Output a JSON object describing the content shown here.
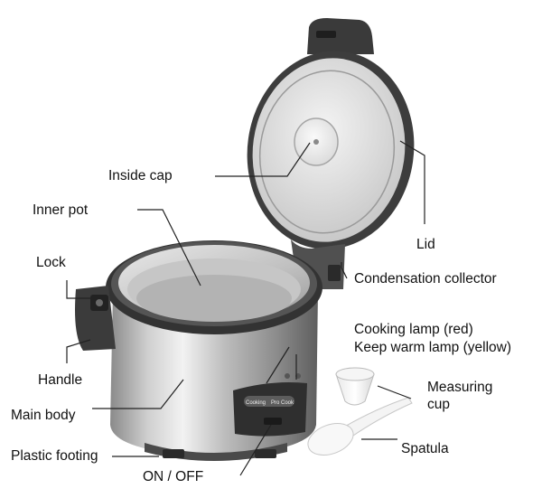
{
  "labels": {
    "inside_cap": "Inside cap",
    "inner_pot": "Inner pot",
    "lock": "Lock",
    "lid": "Lid",
    "condensation_collector": "Condensation collector",
    "cooking_lamp": "Cooking lamp (red)",
    "keep_warm_lamp": "Keep warm lamp (yellow)",
    "handle": "Handle",
    "main_body": "Main body",
    "measuring_cup_line1": "Measuring",
    "measuring_cup_line2": "cup",
    "spatula": "Spatula",
    "plastic_footing": "Plastic footing",
    "on_off": "ON / OFF"
  },
  "panel_text": {
    "badge_left": "Cooking",
    "badge_right": "Pro Cook"
  },
  "colors": {
    "body_steel_dark": "#6b6b6b",
    "body_steel_light": "#e6e6e6",
    "lid_inner": "#d9d9d9",
    "rim_dark": "#333333",
    "leader_line": "#222222"
  }
}
